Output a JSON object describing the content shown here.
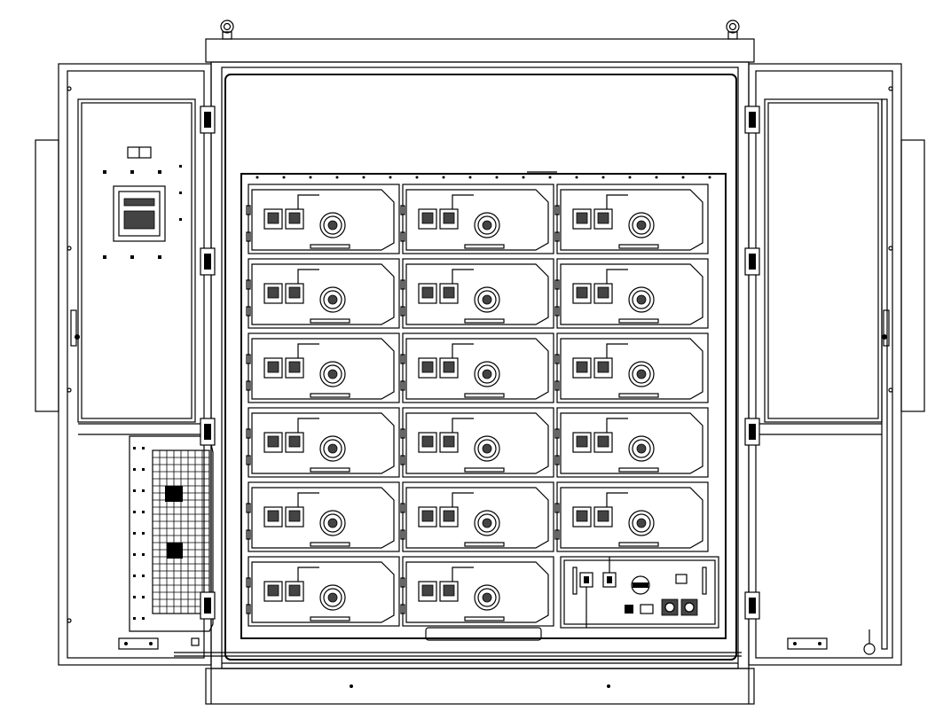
{
  "drawing": {
    "module_rows": 6,
    "module_cols": 3,
    "battery_module_count": 17,
    "has_control_panel": true
  },
  "colors": {
    "line": "#000000",
    "background": "#ffffff"
  },
  "icons": {
    "lifting_eye": "lifting-eye-icon",
    "hinge": "hinge-icon",
    "fan": "fan-icon",
    "connector": "connector-icon",
    "rotary_switch": "rotary-switch-icon"
  }
}
